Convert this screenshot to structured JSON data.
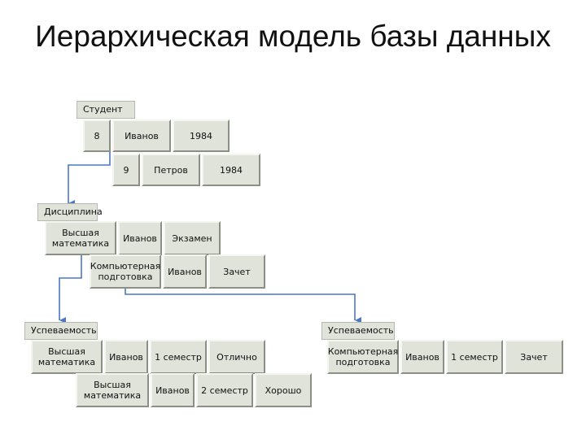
{
  "title": "Иерархическая модель базы данных",
  "student": {
    "label": "Студент",
    "rows": [
      [
        "8",
        "Иванов",
        "1984"
      ],
      [
        "9",
        "Петров",
        "1984"
      ]
    ]
  },
  "discipline": {
    "label": "Дисциплина",
    "rows": [
      [
        "Высшая математика",
        "Иванов",
        "Экзамен"
      ],
      [
        "Компьютерная подготовка",
        "Иванов",
        "Зачет"
      ]
    ]
  },
  "performance_left": {
    "label": "Успеваемость",
    "rows": [
      [
        "Высшая математика",
        "Иванов",
        "1 семестр",
        "Отлично"
      ],
      [
        "Высшая математика",
        "Иванов",
        "2 семестр",
        "Хорошо"
      ]
    ]
  },
  "performance_right": {
    "label": "Успеваемость",
    "rows": [
      [
        "Компьютерная подготовка",
        "Иванов",
        "1 семестр",
        "Зачет"
      ]
    ]
  },
  "colors": {
    "cell_bg": "#dfe3da",
    "connector": "#4a78c2"
  }
}
